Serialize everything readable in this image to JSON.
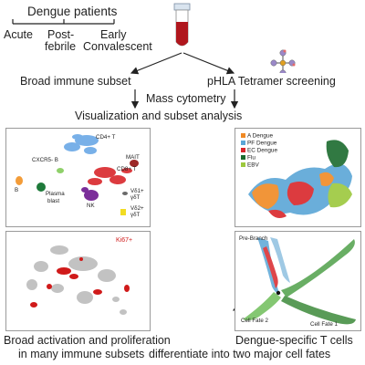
{
  "header": {
    "title": "Dengue patients",
    "timeline": [
      "Acute",
      "Post-",
      "febrile",
      "Early",
      "Convalescent"
    ]
  },
  "branches": {
    "left": "Broad immune subset",
    "right": "pHLA Tetramer screening",
    "mass": "Mass cytometry",
    "analysis": "Visualization and subset analysis"
  },
  "left_panel": {
    "labels": [
      "CD4+ T",
      "MAIT",
      "CXCR5- B",
      "CD8+ T",
      "B",
      "Plasma",
      "blast",
      "NK",
      "Vδ1+",
      "γδT",
      "Vδ2+",
      "γδT"
    ]
  },
  "ki67_label": "Ki67+",
  "legend": {
    "items": [
      {
        "label": "A Dengue",
        "color": "#f08a24"
      },
      {
        "label": "PF Dengue",
        "color": "#5aa6d6"
      },
      {
        "label": "EC Dengue",
        "color": "#d9262b"
      },
      {
        "label": "Flu",
        "color": "#1b6b2e"
      },
      {
        "label": "EBV",
        "color": "#9cc83d"
      }
    ]
  },
  "trajectory": {
    "labels": [
      "Pre-Branch",
      "Cell Fate 2",
      "Cell Fate 1"
    ]
  },
  "captions": {
    "left": [
      "Broad activation and proliferation",
      "in many immune subsets"
    ],
    "right": [
      "Dengue-specific T cells",
      "differentiate into two major cell fates"
    ]
  }
}
